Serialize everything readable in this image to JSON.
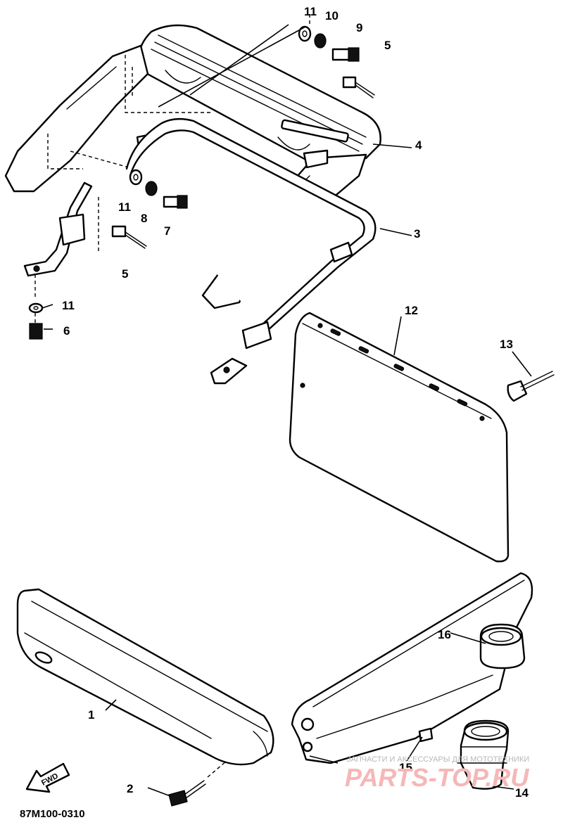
{
  "diagram": {
    "diagram_code": "87M100-0310",
    "fwd_label": "FWD",
    "watermark_caption": "ЗАПЧАСТИ И АКСЕССУАРЫ ДЛЯ МОТОТЕХНИКИ",
    "watermark_brand": "PARTS-TOP.RU",
    "callouts": [
      {
        "id": "c11a",
        "label": "11"
      },
      {
        "id": "c10",
        "label": "10"
      },
      {
        "id": "c9",
        "label": "9"
      },
      {
        "id": "c5a",
        "label": "5"
      },
      {
        "id": "c4",
        "label": "4"
      },
      {
        "id": "c3",
        "label": "3"
      },
      {
        "id": "c11b",
        "label": "11"
      },
      {
        "id": "c8",
        "label": "8"
      },
      {
        "id": "c7",
        "label": "7"
      },
      {
        "id": "c5b",
        "label": "5"
      },
      {
        "id": "c11c",
        "label": "11"
      },
      {
        "id": "c6",
        "label": "6"
      },
      {
        "id": "c12",
        "label": "12"
      },
      {
        "id": "c13",
        "label": "13"
      },
      {
        "id": "c16",
        "label": "16"
      },
      {
        "id": "c1",
        "label": "1"
      },
      {
        "id": "c15",
        "label": "15"
      },
      {
        "id": "c14",
        "label": "14"
      },
      {
        "id": "c2",
        "label": "2"
      }
    ]
  }
}
